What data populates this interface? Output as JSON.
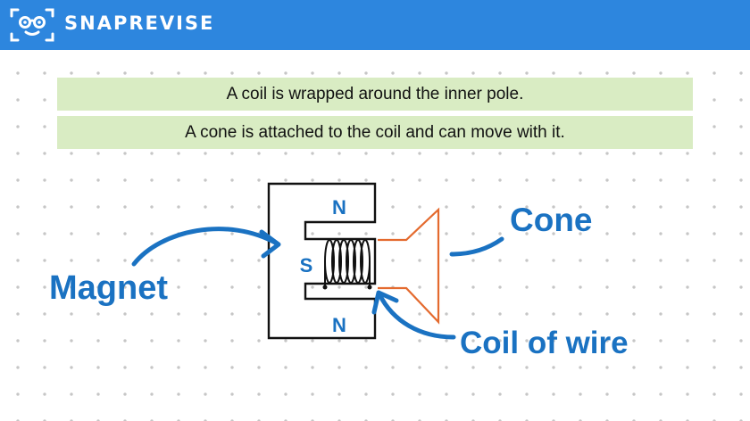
{
  "header": {
    "brand": "SNAPREVISE",
    "logo_icon": "face-with-glasses-icon",
    "background": "#2d86de"
  },
  "banners": [
    "A coil is wrapped around the inner pole.",
    "A cone is attached to the coil and can move with it."
  ],
  "diagram": {
    "pole_labels": {
      "north_top": "N",
      "south": "S",
      "north_bottom": "N"
    },
    "annotations": {
      "magnet": "Magnet",
      "cone": "Cone",
      "coil": "Coil of wire"
    },
    "colors": {
      "annotation": "#1a72c2",
      "cone": "#e46a2e",
      "banner": "#d9ecc3"
    }
  }
}
